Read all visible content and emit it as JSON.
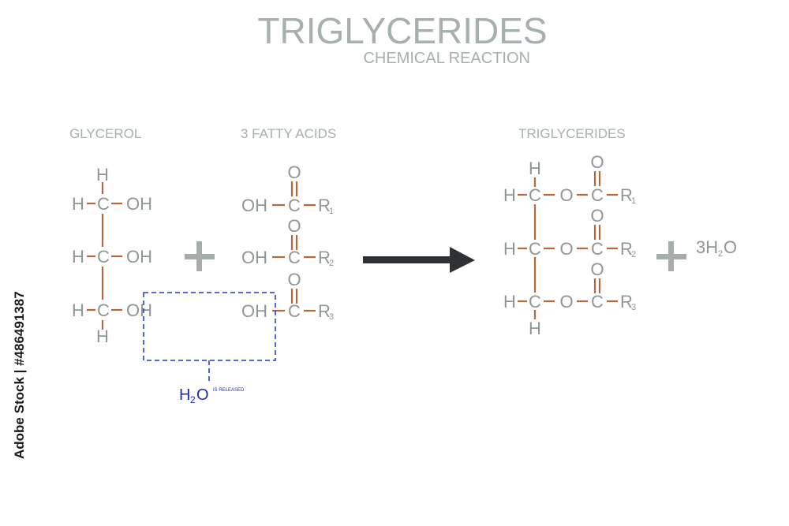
{
  "title": "TRIGLYCERIDES",
  "subtitle": "CHEMICAL REACTION",
  "labels": {
    "glycerol": "GLYCEROL",
    "fatty_acids": "3 FATTY ACIDS",
    "triglycerides": "TRIGLYCERIDES"
  },
  "atoms": {
    "H": "H",
    "C": "C",
    "O": "O",
    "OH": "OH",
    "R": "R",
    "R1": "1",
    "R2": "2",
    "R3": "3"
  },
  "water": {
    "H": "H",
    "sub2": "2",
    "O": "O",
    "note": "IS RELEASED"
  },
  "product_water": {
    "coef": "3H",
    "sub2": "2",
    "O": "O"
  },
  "watermark": "Adobe Stock | #486491387",
  "colors": {
    "title": "#a6b0ad",
    "atom": "#8f9793",
    "bond": "#b5693a",
    "arrow": "#2e3133",
    "water": "#1f2bb0"
  }
}
